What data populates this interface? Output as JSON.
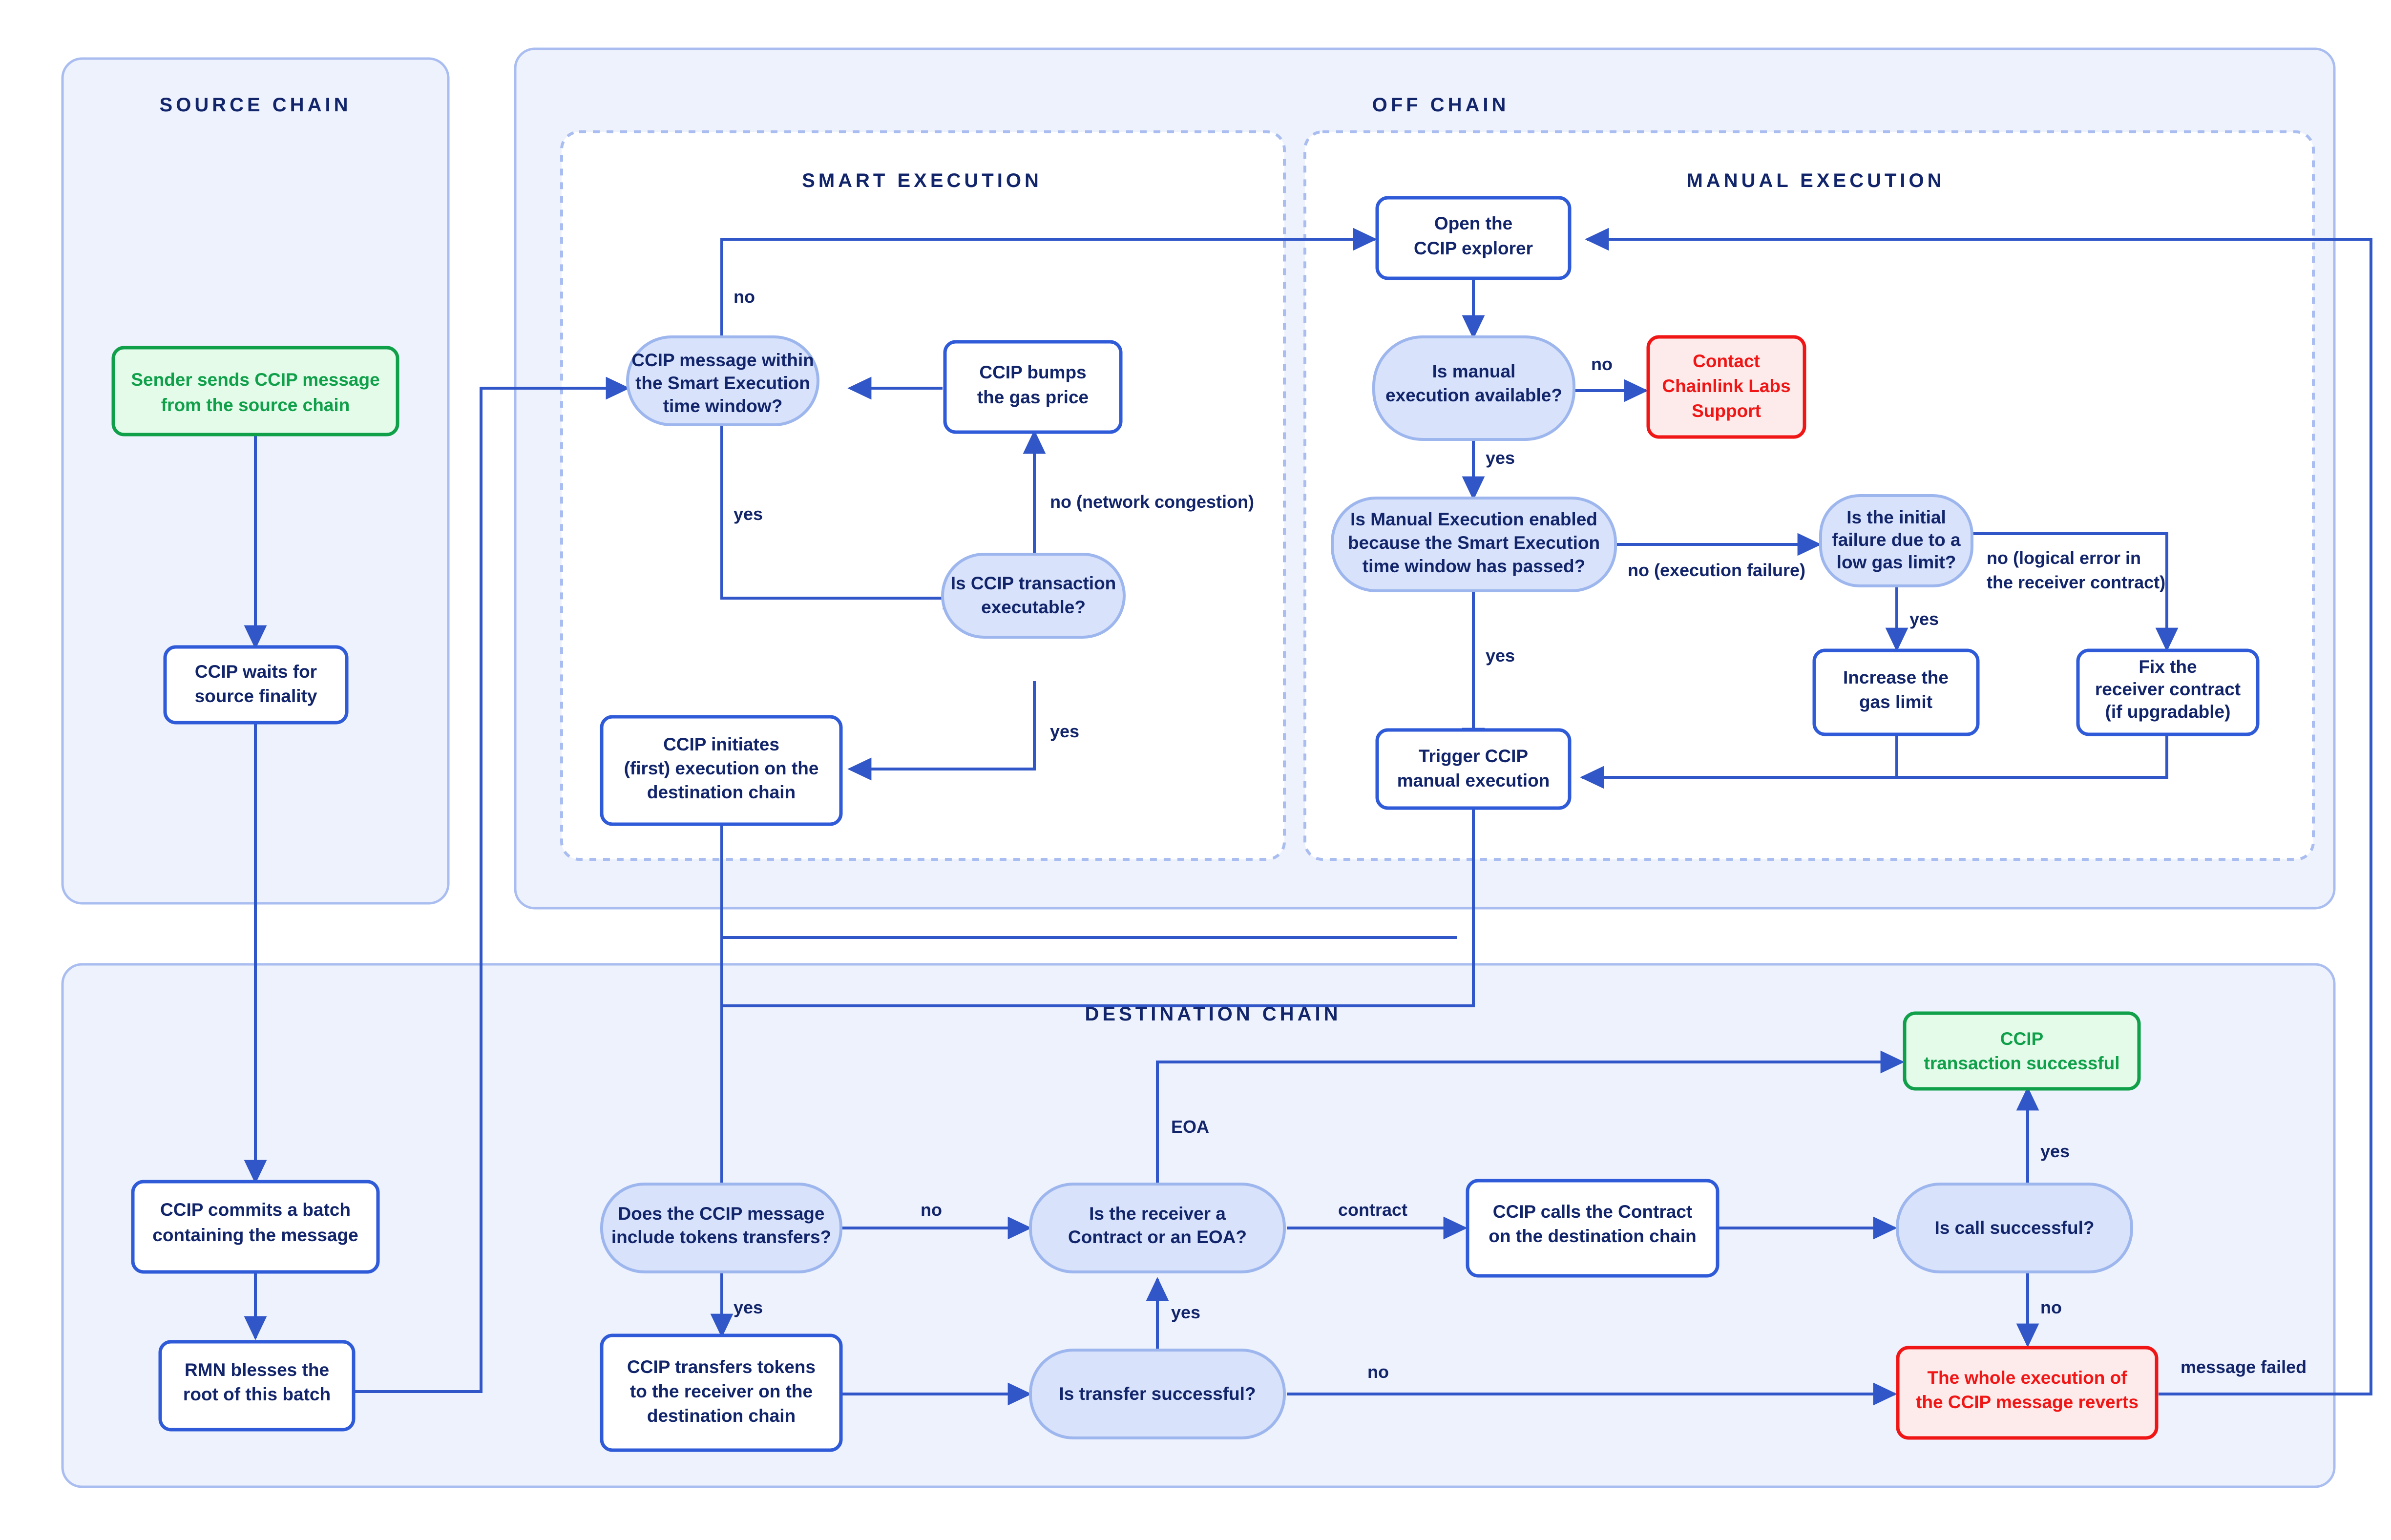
{
  "diagram": {
    "title": "CCIP message execution flow",
    "colors": {
      "panel_fill": "#eef2fd",
      "panel_stroke": "#a9bdf0",
      "subgroup_fill": "#ffffff",
      "subgroup_stroke": "#a9bdf0",
      "process_fill": "#ffffff",
      "process_stroke": "#2f5bd8",
      "decision_fill": "#d8e2fa",
      "decision_stroke": "#9db6ee",
      "success_fill": "#e4fbea",
      "success_stroke": "#10a04a",
      "success_text": "#10a04a",
      "error_fill": "#fdeaea",
      "error_stroke": "#f01616",
      "error_text": "#f01616",
      "edge": "#3056c8",
      "text": "#12256b"
    },
    "groups": [
      {
        "id": "source-chain",
        "label": "SOURCE CHAIN"
      },
      {
        "id": "off-chain",
        "label": "OFF CHAIN"
      },
      {
        "id": "smart-execution",
        "label": "SMART EXECUTION"
      },
      {
        "id": "manual-execution",
        "label": "MANUAL EXECUTION"
      },
      {
        "id": "destination-chain",
        "label": "DESTINATION CHAIN"
      }
    ],
    "nodes": [
      {
        "id": "sender-sends",
        "kind": "success",
        "lines": [
          "Sender sends CCIP message",
          "from the source chain"
        ]
      },
      {
        "id": "waits-finality",
        "kind": "process",
        "lines": [
          "CCIP waits for",
          "source finality"
        ]
      },
      {
        "id": "commits-batch",
        "kind": "process",
        "lines": [
          "CCIP commits a batch",
          "containing the message"
        ]
      },
      {
        "id": "rmn-blesses",
        "kind": "process",
        "lines": [
          "RMN blesses the",
          "root of this batch"
        ]
      },
      {
        "id": "within-window",
        "kind": "decision",
        "lines": [
          "CCIP message within",
          "the Smart Execution",
          "time window?"
        ]
      },
      {
        "id": "bumps-gas",
        "kind": "process",
        "lines": [
          "CCIP bumps",
          "the gas price"
        ]
      },
      {
        "id": "tx-executable",
        "kind": "decision",
        "lines": [
          "Is CCIP transaction",
          "executable?"
        ]
      },
      {
        "id": "initiates-exec",
        "kind": "process",
        "lines": [
          "CCIP initiates",
          "(first) execution on the",
          "destination chain"
        ]
      },
      {
        "id": "open-explorer",
        "kind": "process",
        "lines": [
          "Open the",
          "CCIP explorer"
        ]
      },
      {
        "id": "manual-available",
        "kind": "decision",
        "lines": [
          "Is manual",
          "execution available?"
        ]
      },
      {
        "id": "contact-support",
        "kind": "error",
        "lines": [
          "Contact",
          "Chainlink Labs",
          "Support"
        ]
      },
      {
        "id": "manual-enabled",
        "kind": "decision",
        "lines": [
          "Is Manual Execution enabled",
          "because the Smart Execution",
          "time window has passed?"
        ]
      },
      {
        "id": "initial-failure-gas",
        "kind": "decision",
        "lines": [
          "Is the initial",
          "failure due to a",
          "low gas limit?"
        ]
      },
      {
        "id": "increase-gas-limit",
        "kind": "process",
        "lines": [
          "Increase the",
          "gas limit"
        ]
      },
      {
        "id": "fix-receiver",
        "kind": "process",
        "lines": [
          "Fix the",
          "receiver contract",
          "(if upgradable)"
        ]
      },
      {
        "id": "trigger-manual",
        "kind": "process",
        "lines": [
          "Trigger CCIP",
          "manual execution"
        ]
      },
      {
        "id": "includes-tokens",
        "kind": "decision",
        "lines": [
          "Does the CCIP message",
          "include tokens transfers?"
        ]
      },
      {
        "id": "transfers-tokens",
        "kind": "process",
        "lines": [
          "CCIP transfers tokens",
          "to the receiver on the",
          "destination chain"
        ]
      },
      {
        "id": "transfer-successful",
        "kind": "decision",
        "lines": [
          "Is transfer successful?"
        ]
      },
      {
        "id": "receiver-type",
        "kind": "decision",
        "lines": [
          "Is the receiver a",
          "Contract or an EOA?"
        ]
      },
      {
        "id": "calls-contract",
        "kind": "process",
        "lines": [
          "CCIP calls the Contract",
          "on the destination chain"
        ]
      },
      {
        "id": "call-successful",
        "kind": "decision",
        "lines": [
          "Is call successful?"
        ]
      },
      {
        "id": "tx-successful",
        "kind": "success",
        "lines": [
          "CCIP",
          "transaction successful"
        ]
      },
      {
        "id": "whole-reverts",
        "kind": "error",
        "lines": [
          "The whole execution of",
          "the CCIP message reverts"
        ]
      }
    ],
    "edge_labels": [
      {
        "id": "lbl-no-window",
        "text": "no"
      },
      {
        "id": "lbl-yes-window",
        "text": "yes"
      },
      {
        "id": "lbl-no-congestion",
        "text": "no (network congestion)"
      },
      {
        "id": "lbl-yes-executable",
        "text": "yes"
      },
      {
        "id": "lbl-no-manual",
        "text": "no"
      },
      {
        "id": "lbl-yes-manual",
        "text": "yes"
      },
      {
        "id": "lbl-no-exec-failure",
        "text": "no (execution failure)"
      },
      {
        "id": "lbl-yes-manual-enabled",
        "text": "yes"
      },
      {
        "id": "lbl-no-logical-1",
        "text": "no (logical error in"
      },
      {
        "id": "lbl-no-logical-2",
        "text": "the receiver contract)"
      },
      {
        "id": "lbl-yes-gas",
        "text": "yes"
      },
      {
        "id": "lbl-no-tokens",
        "text": "no"
      },
      {
        "id": "lbl-yes-tokens",
        "text": "yes"
      },
      {
        "id": "lbl-eoa",
        "text": "EOA"
      },
      {
        "id": "lbl-contract",
        "text": "contract"
      },
      {
        "id": "lbl-yes-transfer",
        "text": "yes"
      },
      {
        "id": "lbl-no-transfer",
        "text": "no"
      },
      {
        "id": "lbl-yes-call",
        "text": "yes"
      },
      {
        "id": "lbl-no-call",
        "text": "no"
      },
      {
        "id": "lbl-message-failed",
        "text": "message failed"
      }
    ]
  }
}
